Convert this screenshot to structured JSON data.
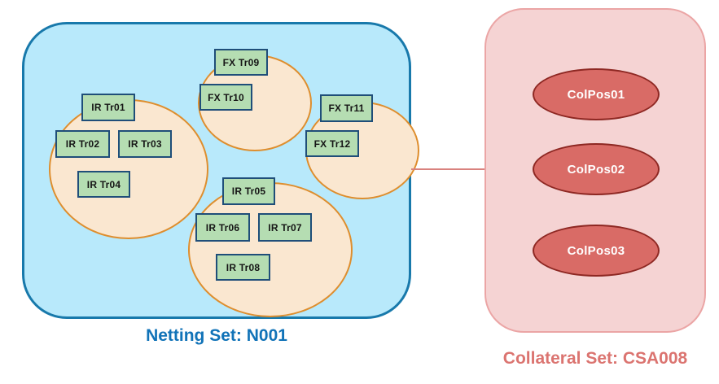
{
  "netting_set": {
    "label": "Netting Set: N001"
  },
  "collateral_set": {
    "label": "Collateral Set: CSA008",
    "positions": [
      {
        "label": "ColPos01"
      },
      {
        "label": "ColPos02"
      },
      {
        "label": "ColPos03"
      }
    ]
  },
  "trades": [
    {
      "label": "IR Tr01"
    },
    {
      "label": "IR Tr02"
    },
    {
      "label": "IR Tr03"
    },
    {
      "label": "IR Tr04"
    },
    {
      "label": "IR Tr05"
    },
    {
      "label": "IR Tr06"
    },
    {
      "label": "IR Tr07"
    },
    {
      "label": "IR Tr08"
    },
    {
      "label": "FX Tr09"
    },
    {
      "label": "FX Tr10"
    },
    {
      "label": "FX Tr11"
    },
    {
      "label": "FX Tr12"
    }
  ],
  "colors": {
    "netting_fill": "#b8e9fb",
    "netting_border": "#1879ab",
    "cluster_fill": "#fae7d0",
    "cluster_border": "#de8e2e",
    "trade_fill": "#b5ddb2",
    "trade_border": "#1f4e79",
    "collateral_fill": "#f5d3d3",
    "collateral_border": "#eba5a5",
    "colpos_fill": "#d96b66",
    "colpos_border": "#8e2823",
    "connector": "#d9827e",
    "netting_caption": "#1173b8",
    "collateral_caption": "#db7470"
  }
}
